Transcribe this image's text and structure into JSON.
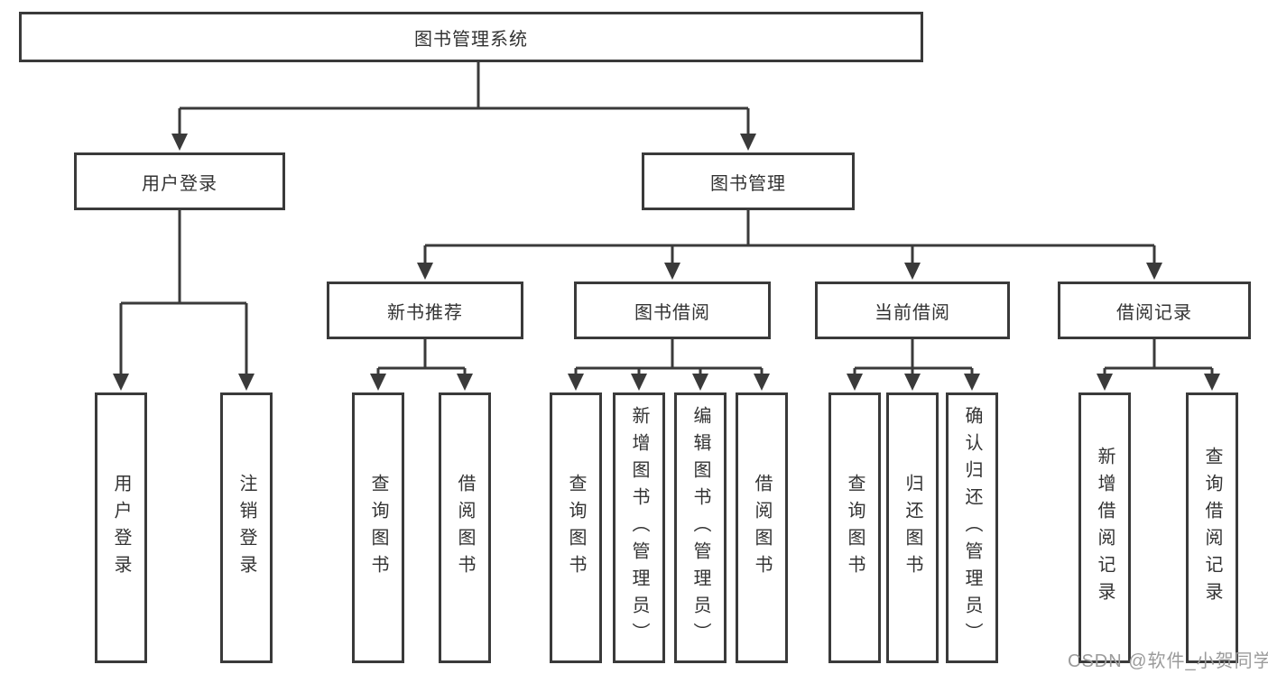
{
  "diagram_type": "hierarchy-tree",
  "colors": {
    "background": "#ffffff",
    "box_border": "#3a3a3a",
    "connector_line": "#3a3a3a",
    "text": "#333333",
    "watermark": "#9b9b9b"
  },
  "tree": {
    "root": "图书管理系统",
    "children": [
      {
        "label": "用户登录",
        "children": [
          {
            "label": "用户登录"
          },
          {
            "label": "注销登录"
          }
        ]
      },
      {
        "label": "图书管理",
        "children": [
          {
            "label": "新书推荐",
            "children": [
              {
                "label": "查询图书"
              },
              {
                "label": "借阅图书"
              }
            ]
          },
          {
            "label": "图书借阅",
            "children": [
              {
                "label": "查询图书"
              },
              {
                "label": "新增图书（管理员）"
              },
              {
                "label": "编辑图书（管理员）"
              },
              {
                "label": "借阅图书"
              }
            ]
          },
          {
            "label": "当前借阅",
            "children": [
              {
                "label": "查询图书"
              },
              {
                "label": "归还图书"
              },
              {
                "label": "确认归还（管理员）"
              }
            ]
          },
          {
            "label": "借阅记录",
            "children": [
              {
                "label": "新增借阅记录"
              },
              {
                "label": "查询借阅记录"
              }
            ]
          }
        ]
      }
    ]
  },
  "watermark": {
    "text": "CSDN @软件_小贺同学"
  }
}
